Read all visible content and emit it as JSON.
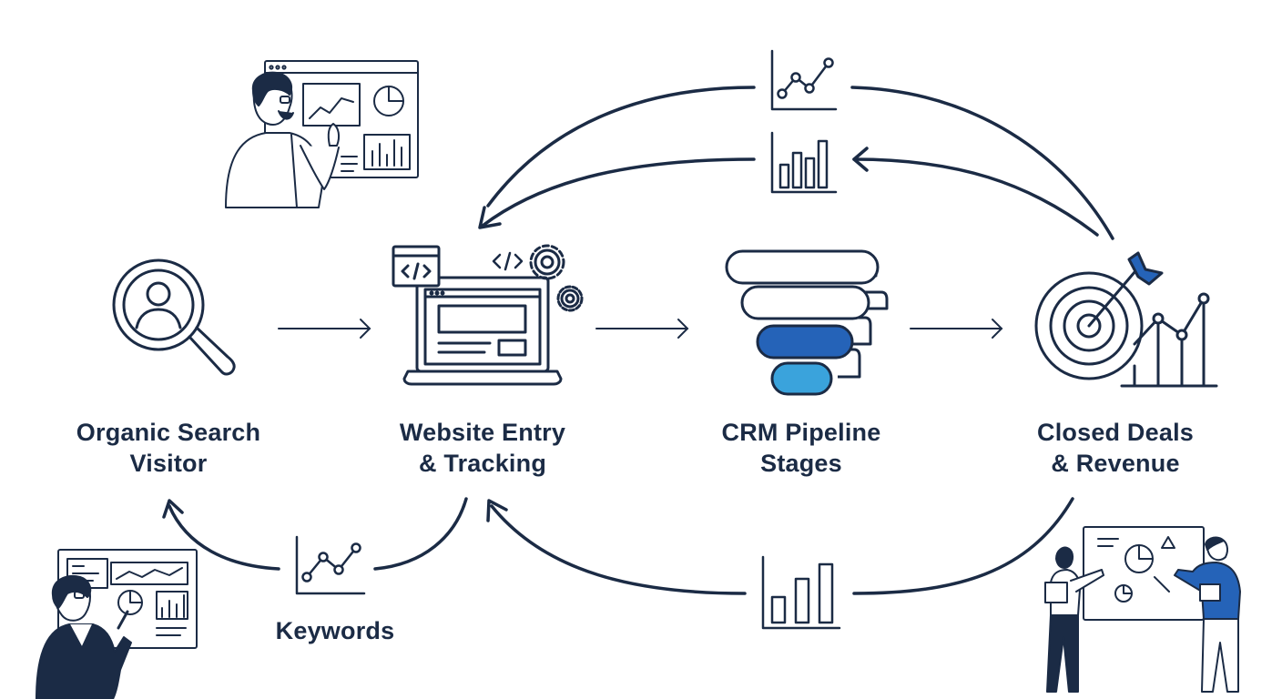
{
  "nodes": [
    {
      "id": "visitor",
      "line1": "Organic Search",
      "line2": "Visitor",
      "icon": "search-person-icon"
    },
    {
      "id": "website",
      "line1": "Website Entry",
      "line2": "& Tracking",
      "icon": "laptop-code-icon"
    },
    {
      "id": "crm",
      "line1": "CRM Pipeline",
      "line2": "Stages",
      "icon": "funnel-stack-icon"
    },
    {
      "id": "deals",
      "line1": "Closed Deals",
      "line2": "& Revenue",
      "icon": "target-growth-icon"
    }
  ],
  "keywords_label": "Keywords",
  "colors": {
    "ink": "#1b2b45",
    "blue_dark": "#2563b8",
    "blue_light": "#3aa3dc"
  }
}
